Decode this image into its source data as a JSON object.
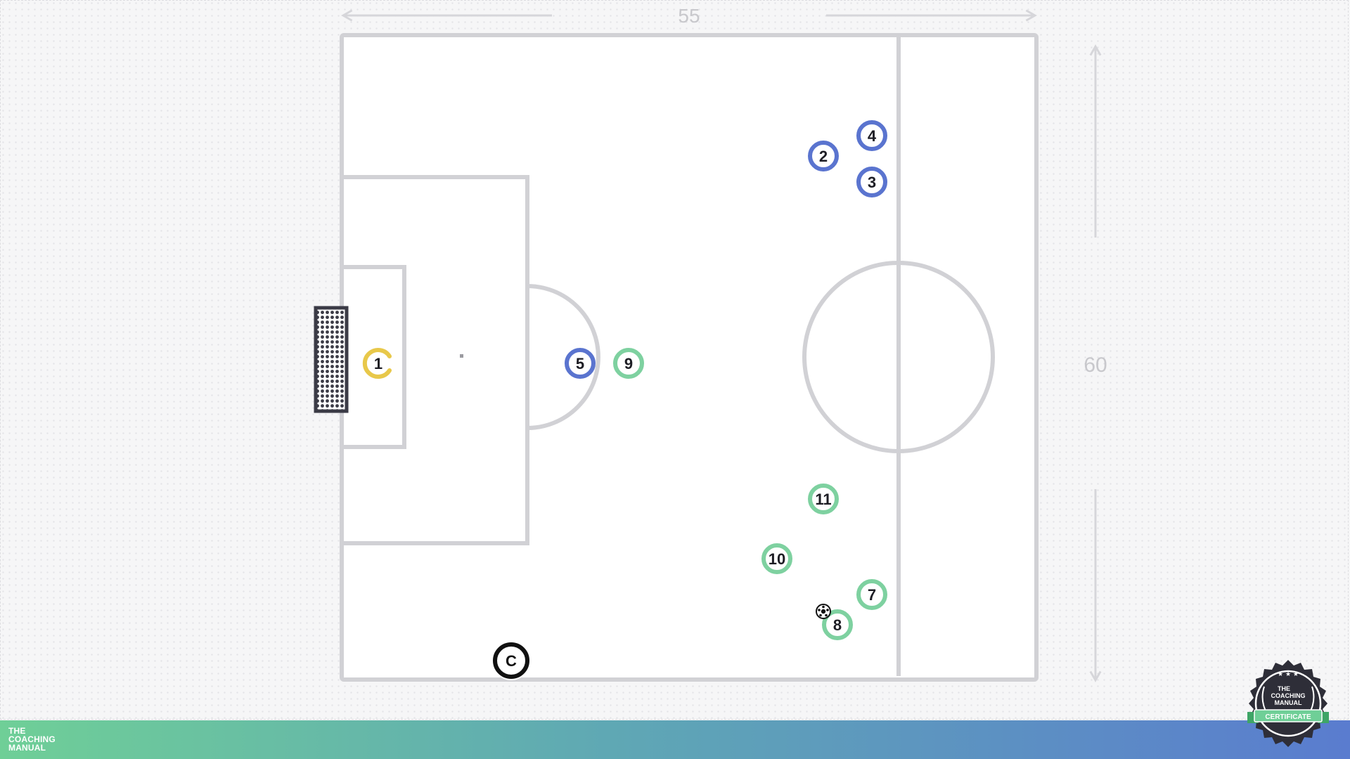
{
  "dimensions": {
    "width_label": "55",
    "height_label": "60"
  },
  "colors": {
    "pitch_lines": "#d1d1d5",
    "team_blue": "#5a74cf",
    "team_green": "#7ed1a0",
    "goalkeeper": "#e8c84a",
    "coach": "#111111",
    "goal": "#3b3b46"
  },
  "goalkeeper": {
    "number": "1"
  },
  "blue_players": [
    {
      "number": "2"
    },
    {
      "number": "3"
    },
    {
      "number": "4"
    },
    {
      "number": "5"
    }
  ],
  "green_players": [
    {
      "number": "7"
    },
    {
      "number": "8"
    },
    {
      "number": "9"
    },
    {
      "number": "10"
    },
    {
      "number": "11"
    }
  ],
  "coach": {
    "label": "C"
  },
  "ball": {
    "icon": "soccer-ball-icon"
  },
  "branding": {
    "logo_lines": [
      "THE",
      "COACHING",
      "MANUAL"
    ],
    "badge_lines": [
      "THE",
      "COACHING",
      "MANUAL"
    ],
    "badge_ribbon": "CERTIFICATE"
  }
}
